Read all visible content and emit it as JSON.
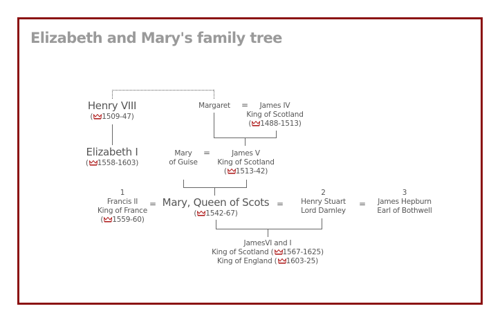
{
  "title": "Elizabeth and Mary's family tree",
  "colors": {
    "border": "#8b1010",
    "title": "#9a9a9a",
    "crown": "#b02020",
    "text": "#555555"
  },
  "crown_icon": "crown-icon",
  "people": {
    "henry_viii": {
      "name": "Henry VIII",
      "reign": "1509-47"
    },
    "margaret": {
      "name": "Margaret"
    },
    "james_iv": {
      "name": "James IV",
      "title": "King of Scotland",
      "reign": "1488-1513"
    },
    "elizabeth_i": {
      "name": "Elizabeth I",
      "reign": "1558-1603"
    },
    "mary_of_guise": {
      "line1": "Mary",
      "line2": "of Guise"
    },
    "james_v": {
      "name": "James V",
      "title": "King of Scotland",
      "reign": "1513-42"
    },
    "francis_ii": {
      "number": "1",
      "name": "Francis II",
      "title": "King of France",
      "reign": "1559-60"
    },
    "mary_queen_of_scots": {
      "name": "Mary, Queen of Scots",
      "reign": "1542-67"
    },
    "henry_stuart": {
      "number": "2",
      "name": "Henry Stuart",
      "title": "Lord Darnley"
    },
    "james_hepburn": {
      "number": "3",
      "name": "James Hepburn",
      "title": "Earl of Bothwell"
    },
    "james_vi": {
      "name": "JamesVI and I",
      "title1": "King of Scotland",
      "reign1": "1567-1625",
      "title2": "King of England",
      "reign2": "1603-25"
    }
  },
  "marriage_symbol": "="
}
